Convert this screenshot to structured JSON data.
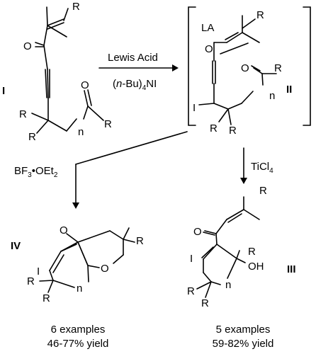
{
  "reaction": {
    "reagent_top": "Lewis Acid",
    "reagent_bottom_pre": "(",
    "reagent_bottom_italic": "n",
    "reagent_bottom_mid": "-Bu)",
    "reagent_bottom_sub": "4",
    "reagent_bottom_post": "NI",
    "left_reagent_pre": "BF",
    "left_reagent_sub": "3",
    "left_reagent_mid": "•OEt",
    "left_reagent_sub2": "2",
    "right_reagent_pre": "TiCl",
    "right_reagent_sub": "4"
  },
  "compounds": {
    "I": {
      "label": "I"
    },
    "II": {
      "label": "II",
      "lewis_acid": "LA"
    },
    "III": {
      "label": "III"
    },
    "IV": {
      "label": "IV"
    }
  },
  "atoms": {
    "R": "R",
    "O": "O",
    "I": "I",
    "OH": "OH",
    "n": "n"
  },
  "results": {
    "IV": {
      "examples": "6 examples",
      "yield": "46-77% yield"
    },
    "III": {
      "examples": "5 examples",
      "yield": "59-82% yield"
    }
  }
}
